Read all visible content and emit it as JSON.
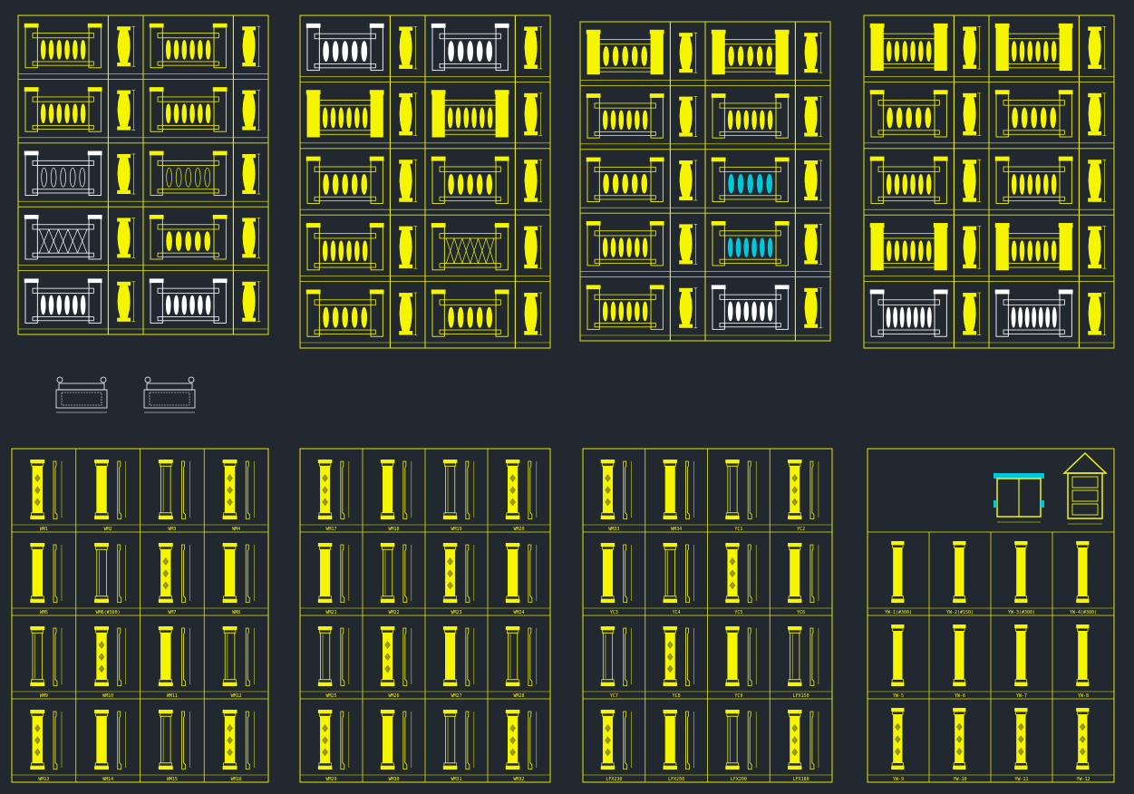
{
  "colors": {
    "background": "#212830",
    "frame": "#e8e800",
    "drawing": "#f5f500",
    "white": "#ffffff",
    "cyan": "#00c8d8"
  },
  "labels": {
    "b1": [
      "WM1",
      "WM2",
      "WM3",
      "WM4",
      "WM5",
      "WM6(#300)",
      "WM7",
      "WM8",
      "WM9",
      "WM10",
      "WM11",
      "WM12",
      "WM13",
      "WM14",
      "WM15",
      "WM16"
    ],
    "b2": [
      "WM17",
      "WM18",
      "WM19",
      "WM20",
      "WM21",
      "WM22",
      "WM23",
      "WM24",
      "WM25",
      "WM26",
      "WM27",
      "WM28",
      "WM29",
      "WM30",
      "WM31",
      "WM32"
    ],
    "b3": [
      "WM33",
      "WM34",
      "YC1",
      "YC2",
      "YC3",
      "YC4",
      "YC5",
      "YC6",
      "YC7",
      "YC8",
      "YC9",
      "LFX150",
      "LFX230",
      "LFX250",
      "LFX200",
      "LFX180"
    ],
    "b4": [
      "YW-1(#300)",
      "YW-2(#150)",
      "YW-3(#300)",
      "YW-4(#300)",
      "YW-5",
      "YW-6",
      "YW-7",
      "YW-8",
      "YW-9",
      "YW-10",
      "YW-11",
      "YW-12"
    ]
  }
}
